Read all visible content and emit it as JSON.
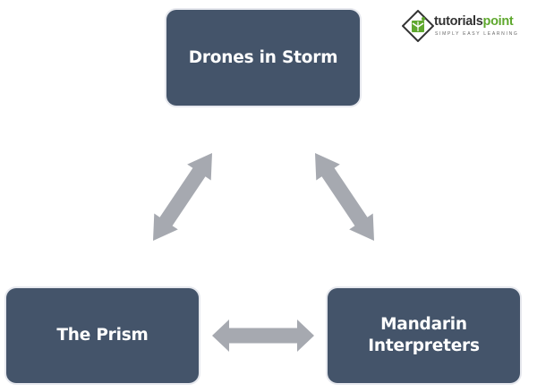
{
  "diagram": {
    "type": "cycle-bidirectional",
    "nodes": [
      {
        "id": "top",
        "label": "Drones in Storm"
      },
      {
        "id": "left",
        "label": "The Prism"
      },
      {
        "id": "right",
        "label": "Mandarin\nInterpreters"
      }
    ],
    "edges": [
      {
        "from": "top",
        "to": "left",
        "direction": "both"
      },
      {
        "from": "top",
        "to": "right",
        "direction": "both"
      },
      {
        "from": "left",
        "to": "right",
        "direction": "both"
      }
    ],
    "colors": {
      "node_fill": "#44546A",
      "node_text": "#FFFFFF",
      "arrow": "#A6A9B0"
    }
  },
  "logo": {
    "brand_part1": "tutorials",
    "brand_part2": "point",
    "tagline": "SIMPLY EASY LEARNING",
    "icon": "tutorialspoint-logo-icon"
  }
}
